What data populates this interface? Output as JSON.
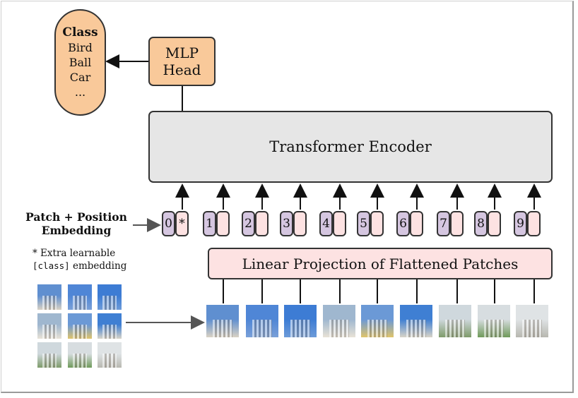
{
  "class_box": {
    "title": "Class",
    "items": [
      "Bird",
      "Ball",
      "Car",
      "..."
    ]
  },
  "mlp_head": {
    "line1": "MLP",
    "line2": "Head"
  },
  "encoder": {
    "label": "Transformer Encoder"
  },
  "projection": {
    "label": "Linear Projection of Flattened Patches"
  },
  "patch_position_label": {
    "line1": "Patch + Position",
    "line2": "Embedding"
  },
  "extra_note": {
    "line1": "* Extra learnable",
    "mono": "[class]",
    "rest": " embedding"
  },
  "tokens": [
    {
      "num": "0",
      "emb": "*"
    },
    {
      "num": "1",
      "emb": ""
    },
    {
      "num": "2",
      "emb": ""
    },
    {
      "num": "3",
      "emb": ""
    },
    {
      "num": "4",
      "emb": ""
    },
    {
      "num": "5",
      "emb": ""
    },
    {
      "num": "6",
      "emb": ""
    },
    {
      "num": "7",
      "emb": ""
    },
    {
      "num": "8",
      "emb": ""
    },
    {
      "num": "9",
      "emb": ""
    }
  ],
  "colors": {
    "class_fill": "#f9c99a",
    "encoder_fill": "#e6e6e6",
    "projection_fill": "#fde2e2",
    "token_num_fill": "#d5c6e0",
    "token_emb_fill": "#fde2e2"
  }
}
